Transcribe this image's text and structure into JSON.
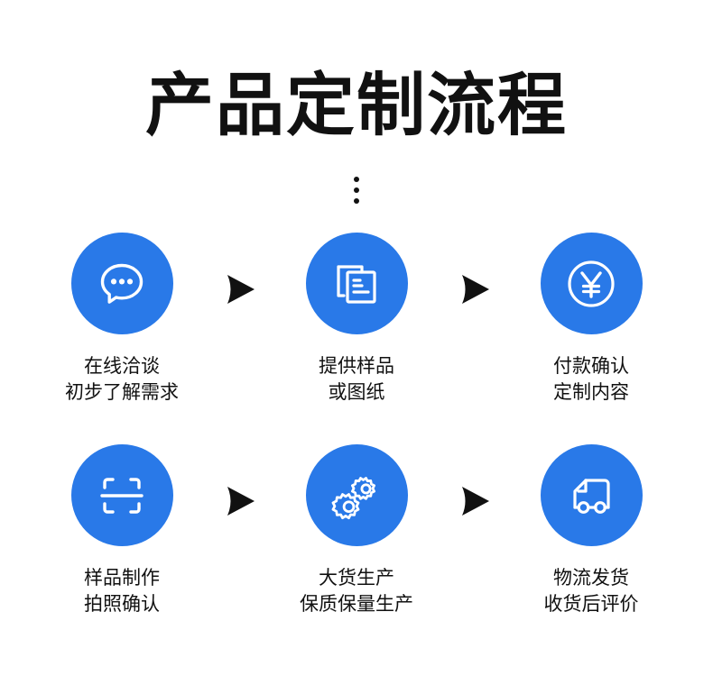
{
  "header": {
    "title": "产品定制流程",
    "ornament": {
      "name": "three-dots-ornament",
      "dot_count": 3,
      "color": "#111111"
    }
  },
  "theme": {
    "accent_blue": "#2979e8",
    "icon_stroke": "#ffffff",
    "text_color": "#111111",
    "arrow_color": "#111111",
    "background": "#ffffff"
  },
  "flow": {
    "arrow_icon_name": "arrow-right-icon",
    "arrow_count": 4,
    "rows": [
      {
        "row_index": 1,
        "steps": [
          {
            "index": 1,
            "icon": "chat-bubble-dots-icon",
            "line1": "在线洽谈",
            "line2": "初步了解需求"
          },
          {
            "index": 2,
            "icon": "documents-stack-icon",
            "line1": "提供样品",
            "line2": "或图纸"
          },
          {
            "index": 3,
            "icon": "yuan-currency-circle-icon",
            "line1": "付款确认",
            "line2": "定制内容"
          }
        ]
      },
      {
        "row_index": 2,
        "steps": [
          {
            "index": 4,
            "icon": "scan-frame-icon",
            "line1": "样品制作",
            "line2": "拍照确认"
          },
          {
            "index": 5,
            "icon": "gears-icon",
            "line1": "大货生产",
            "line2": "保质保量生产"
          },
          {
            "index": 6,
            "icon": "delivery-truck-icon",
            "line1": "物流发货",
            "line2": "收货后评价"
          }
        ]
      }
    ]
  }
}
